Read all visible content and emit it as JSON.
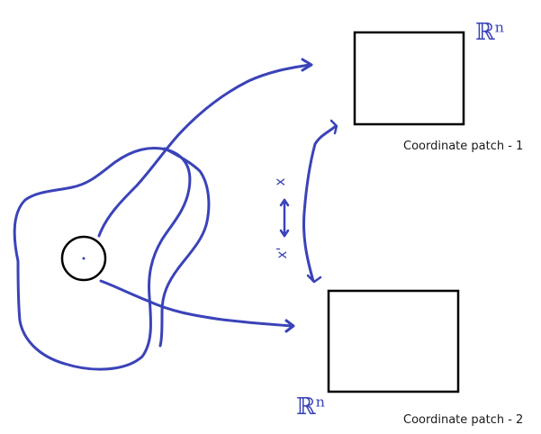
{
  "diagram": {
    "labels": {
      "patch_1": "Coordinate patch - 1",
      "patch_2": "Coordinate patch - 2"
    },
    "handwriting": {
      "space_top": "ℝⁿ",
      "space_bottom": "ℝⁿ",
      "coord_x": "x",
      "coord_x_prime": "x'"
    },
    "colors": {
      "ink": "#3a43b8",
      "box": "#000000",
      "text": "#1a1a1a"
    }
  }
}
